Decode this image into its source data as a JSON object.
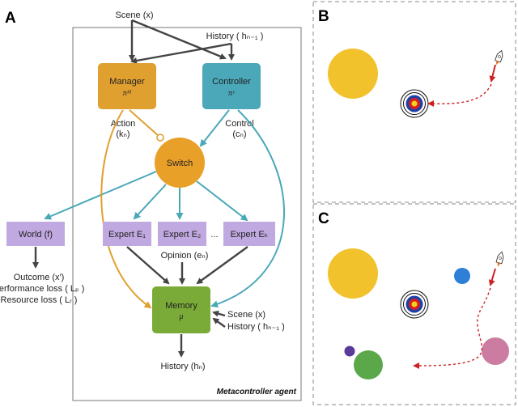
{
  "panels": {
    "a": "A",
    "b": "B",
    "c": "C"
  },
  "agent_label": "Metacontroller agent",
  "nodes": {
    "manager": {
      "label": "Manager",
      "sub": "πᴹ"
    },
    "controller": {
      "label": "Controller",
      "sub": "πᶜ"
    },
    "switch": {
      "label": "Switch"
    },
    "world": {
      "label": "World (f)"
    },
    "expert1": {
      "label": "Expert E₁"
    },
    "expert2": {
      "label": "Expert E₂"
    },
    "ellipsis": "...",
    "expertk": {
      "label": "Expert Eₖ"
    },
    "memory": {
      "label": "Memory",
      "sub": "μ"
    }
  },
  "labels": {
    "scene_top": "Scene (x)",
    "history_top": "History ( hₙ₋₁ )",
    "action": "Action",
    "action_var": "(kₙ)",
    "control": "Control",
    "control_var": "(cₙ)",
    "opinion": "Opinion (eₙ)",
    "outcome": "Outcome (x′)",
    "performance_loss": "Performance loss ( Lₚ )",
    "resource_loss": "Resource loss ( Lᵣ )",
    "scene_mem": "Scene (x)",
    "history_mem": "History ( hₙ₋₁ )",
    "history_out": "History (hₙ)"
  },
  "colors": {
    "manager": "#e0a030",
    "controller": "#4aa8b8",
    "switch": "#e8a028",
    "expert": "#c0a8e0",
    "memory": "#7aaa38",
    "cyan_arrow": "#4aa8b8",
    "orange_arrow": "#e0a030",
    "planet_yellow": "#f2c22c",
    "planet_blue": "#2e7fd6",
    "planet_pink": "#cc7ca0",
    "planet_green": "#5aa84a",
    "planet_purple": "#5a3a9a",
    "trajectory": "#cc2222"
  }
}
